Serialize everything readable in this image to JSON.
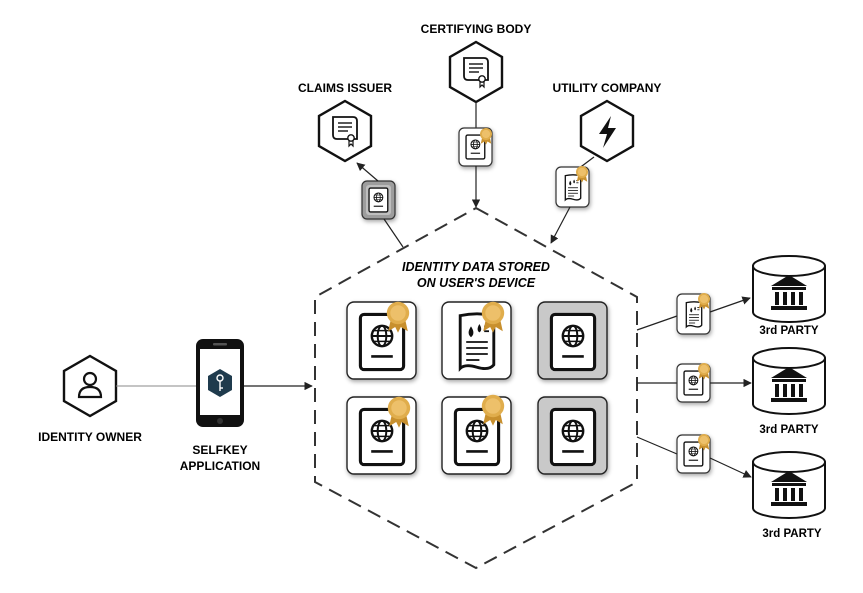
{
  "nodes": {
    "certifying_body": "CERTIFYING BODY",
    "claims_issuer": "CLAIMS ISSUER",
    "utility_company": "UTILITY COMPANY",
    "identity_owner": "IDENTITY OWNER",
    "selfkey_app_line1": "SELFKEY",
    "selfkey_app_line2": "APPLICATION",
    "storage_line1": "IDENTITY DATA STORED",
    "storage_line2": "ON USER'S DEVICE",
    "third_party_1": "3rd PARTY",
    "third_party_2": "3rd PARTY",
    "third_party_3": "3rd PARTY"
  },
  "icons": {
    "entity": "hexagon-icon",
    "document": "passport-icon",
    "bill": "bill-icon",
    "bank": "bank-icon",
    "phone": "smartphone-icon",
    "seal": "gold-seal-icon"
  },
  "colors": {
    "stroke": "#222222",
    "gold": "#d9a441",
    "gray_tile": "#c9c9c9",
    "panel_line": "#333333"
  }
}
